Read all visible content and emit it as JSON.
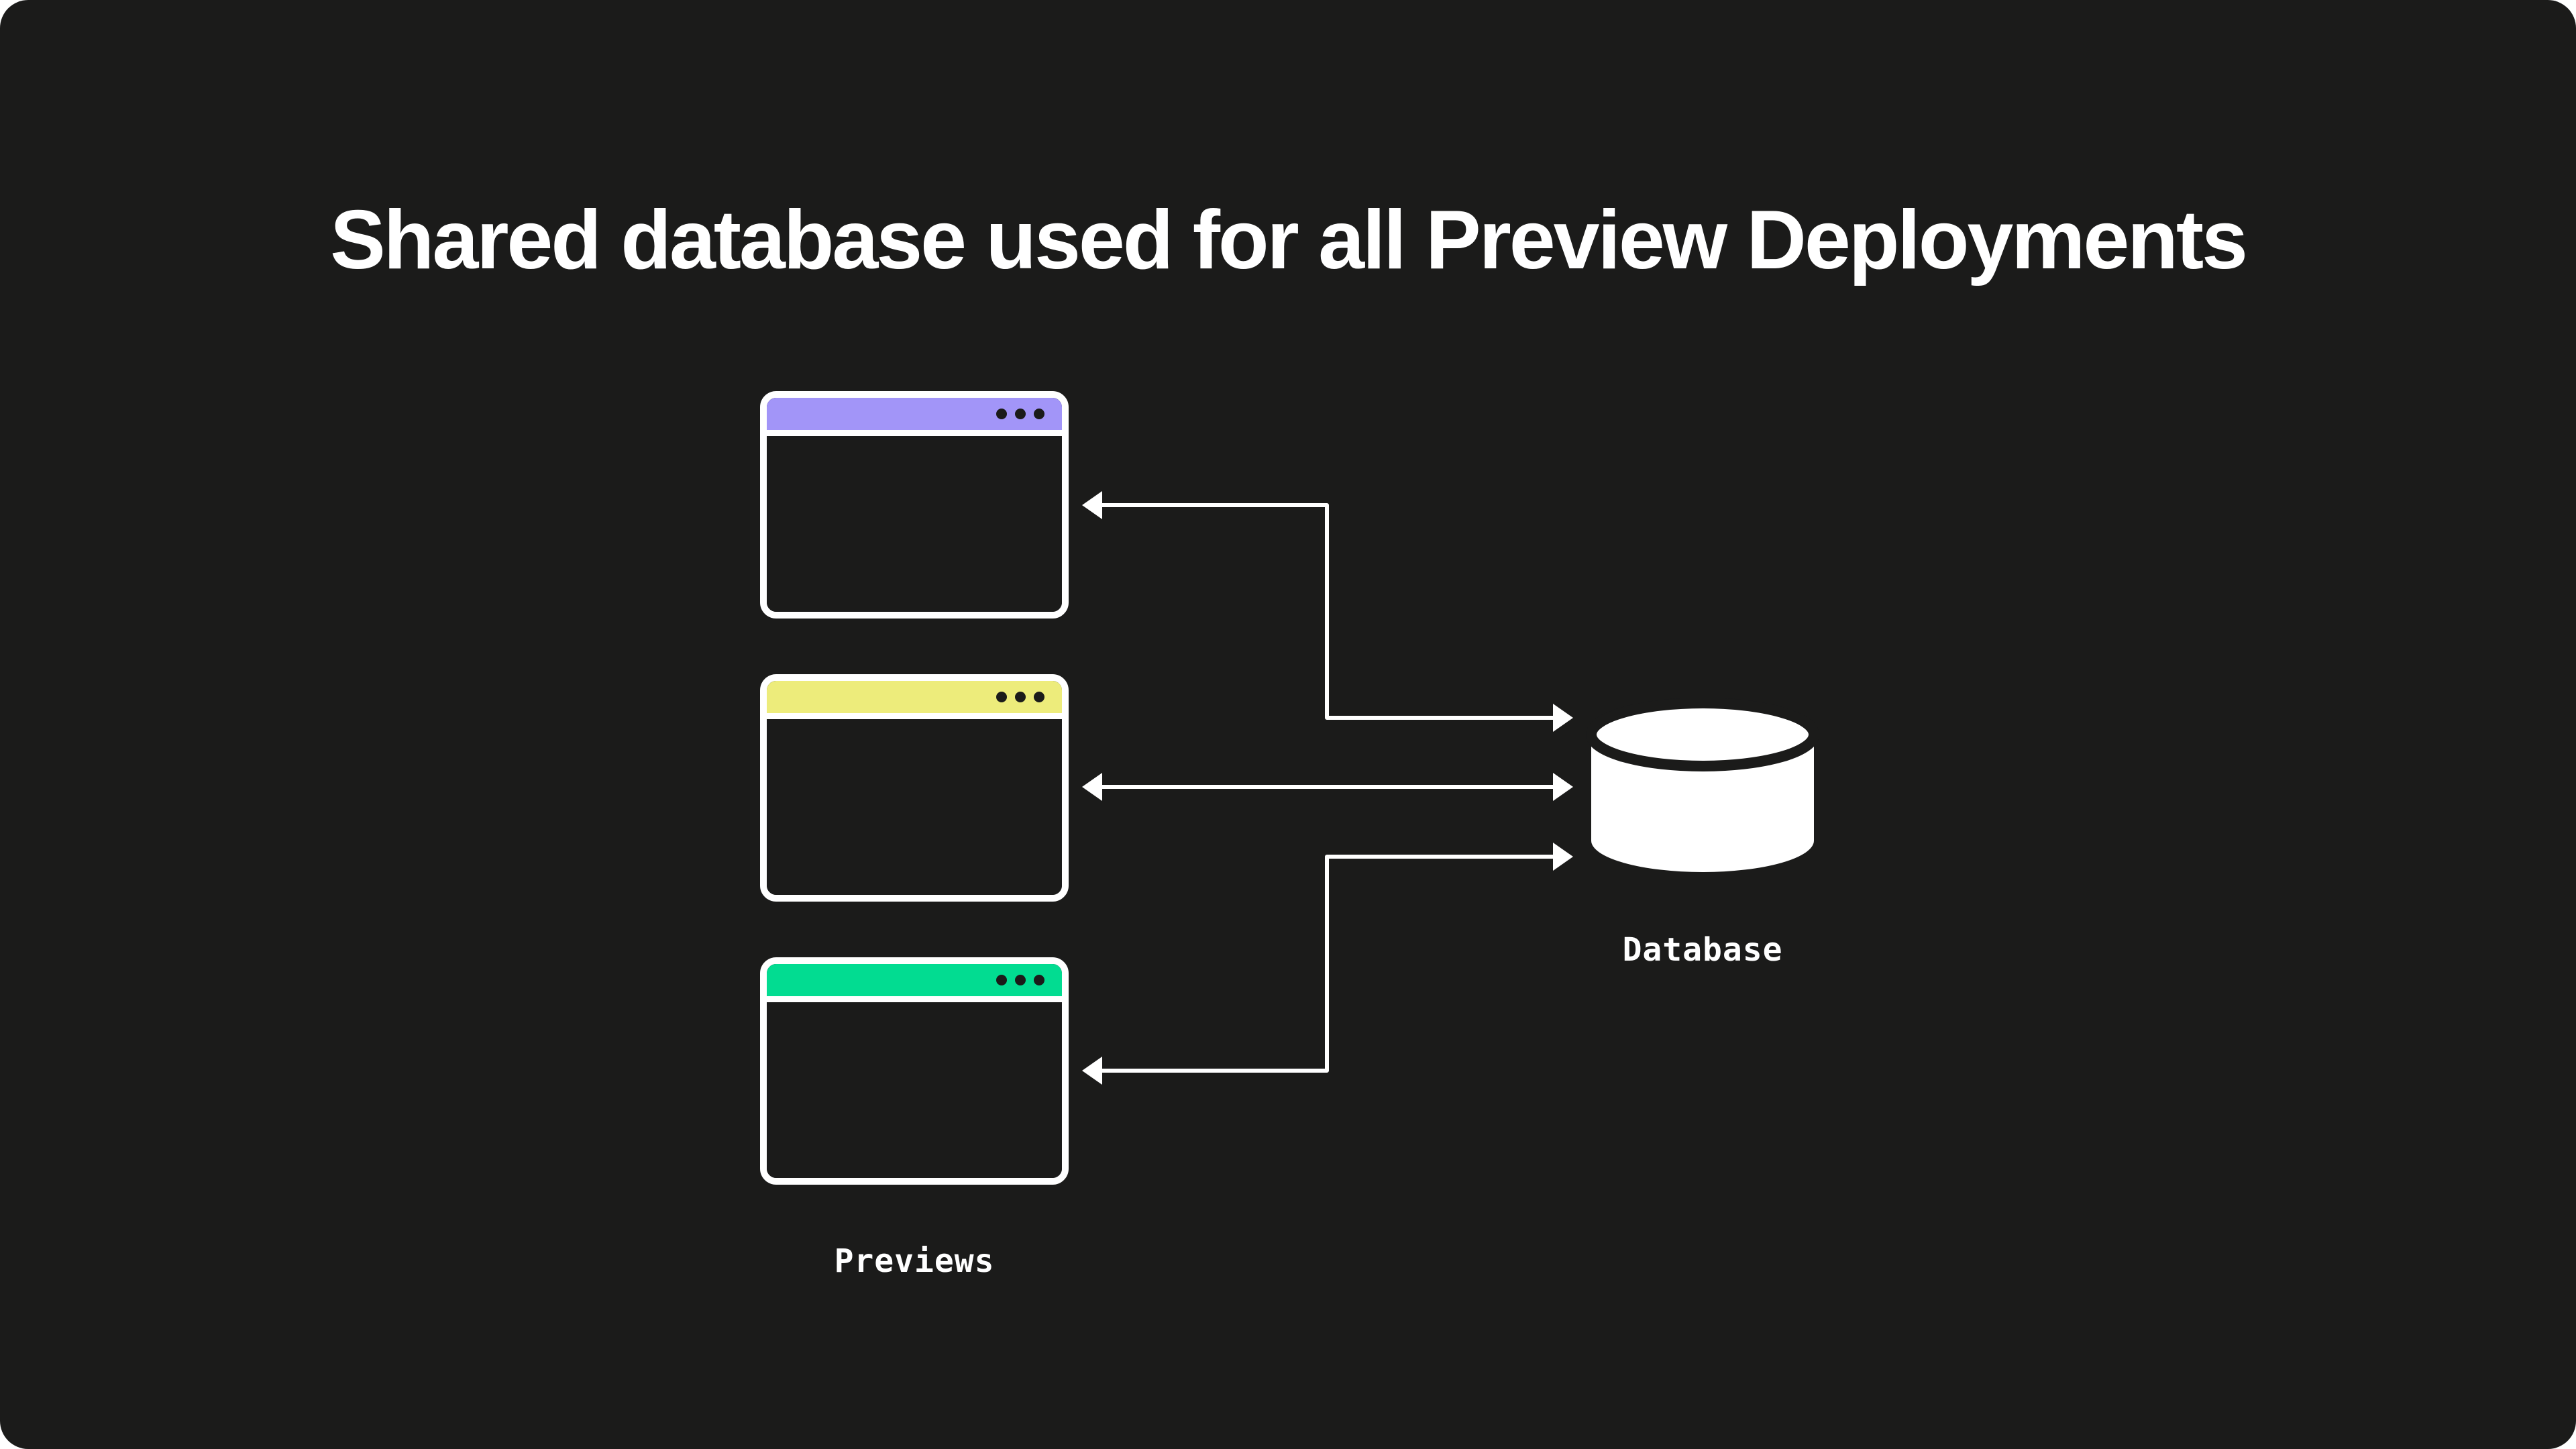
{
  "title": "Shared database used for all Preview Deployments",
  "colors": {
    "bg": "#1b1b1a",
    "white": "#ffffff",
    "preview_purple": "#a295f8",
    "preview_yellow": "#edec7b",
    "preview_green": "#02dc91"
  },
  "previews": {
    "label": "Previews",
    "windows": [
      {
        "name": "preview-window-purple",
        "bar_color": "#a295f8",
        "dots": 3
      },
      {
        "name": "preview-window-yellow",
        "bar_color": "#edec7b",
        "dots": 3
      },
      {
        "name": "preview-window-green",
        "bar_color": "#02dc91",
        "dots": 3
      }
    ]
  },
  "database": {
    "label": "Database",
    "icon": "database-cylinder"
  },
  "connections": [
    {
      "from": "preview-window-purple",
      "to": "database",
      "style": "double-arrow-elbow"
    },
    {
      "from": "preview-window-yellow",
      "to": "database",
      "style": "double-arrow-straight"
    },
    {
      "from": "preview-window-green",
      "to": "database",
      "style": "double-arrow-elbow"
    }
  ]
}
